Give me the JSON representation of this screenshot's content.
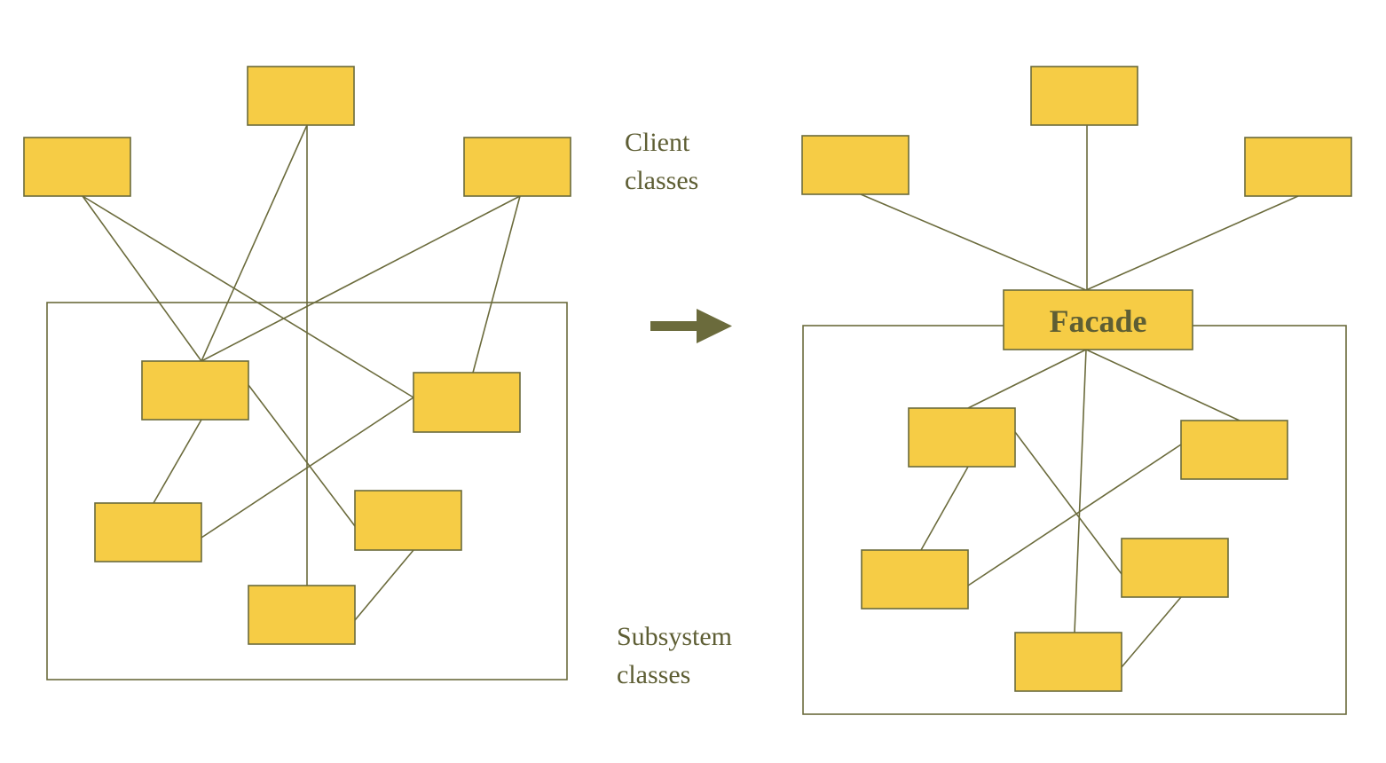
{
  "labels": {
    "client_line1": "Client",
    "client_line2": "classes",
    "subsystem_line1": "Subsystem",
    "subsystem_line2": "classes",
    "facade": "Facade"
  },
  "colors": {
    "box_fill": "#f6cc45",
    "stroke": "#6b6b3c",
    "text": "#5e5e34",
    "arrow": "#6b6b3c"
  }
}
